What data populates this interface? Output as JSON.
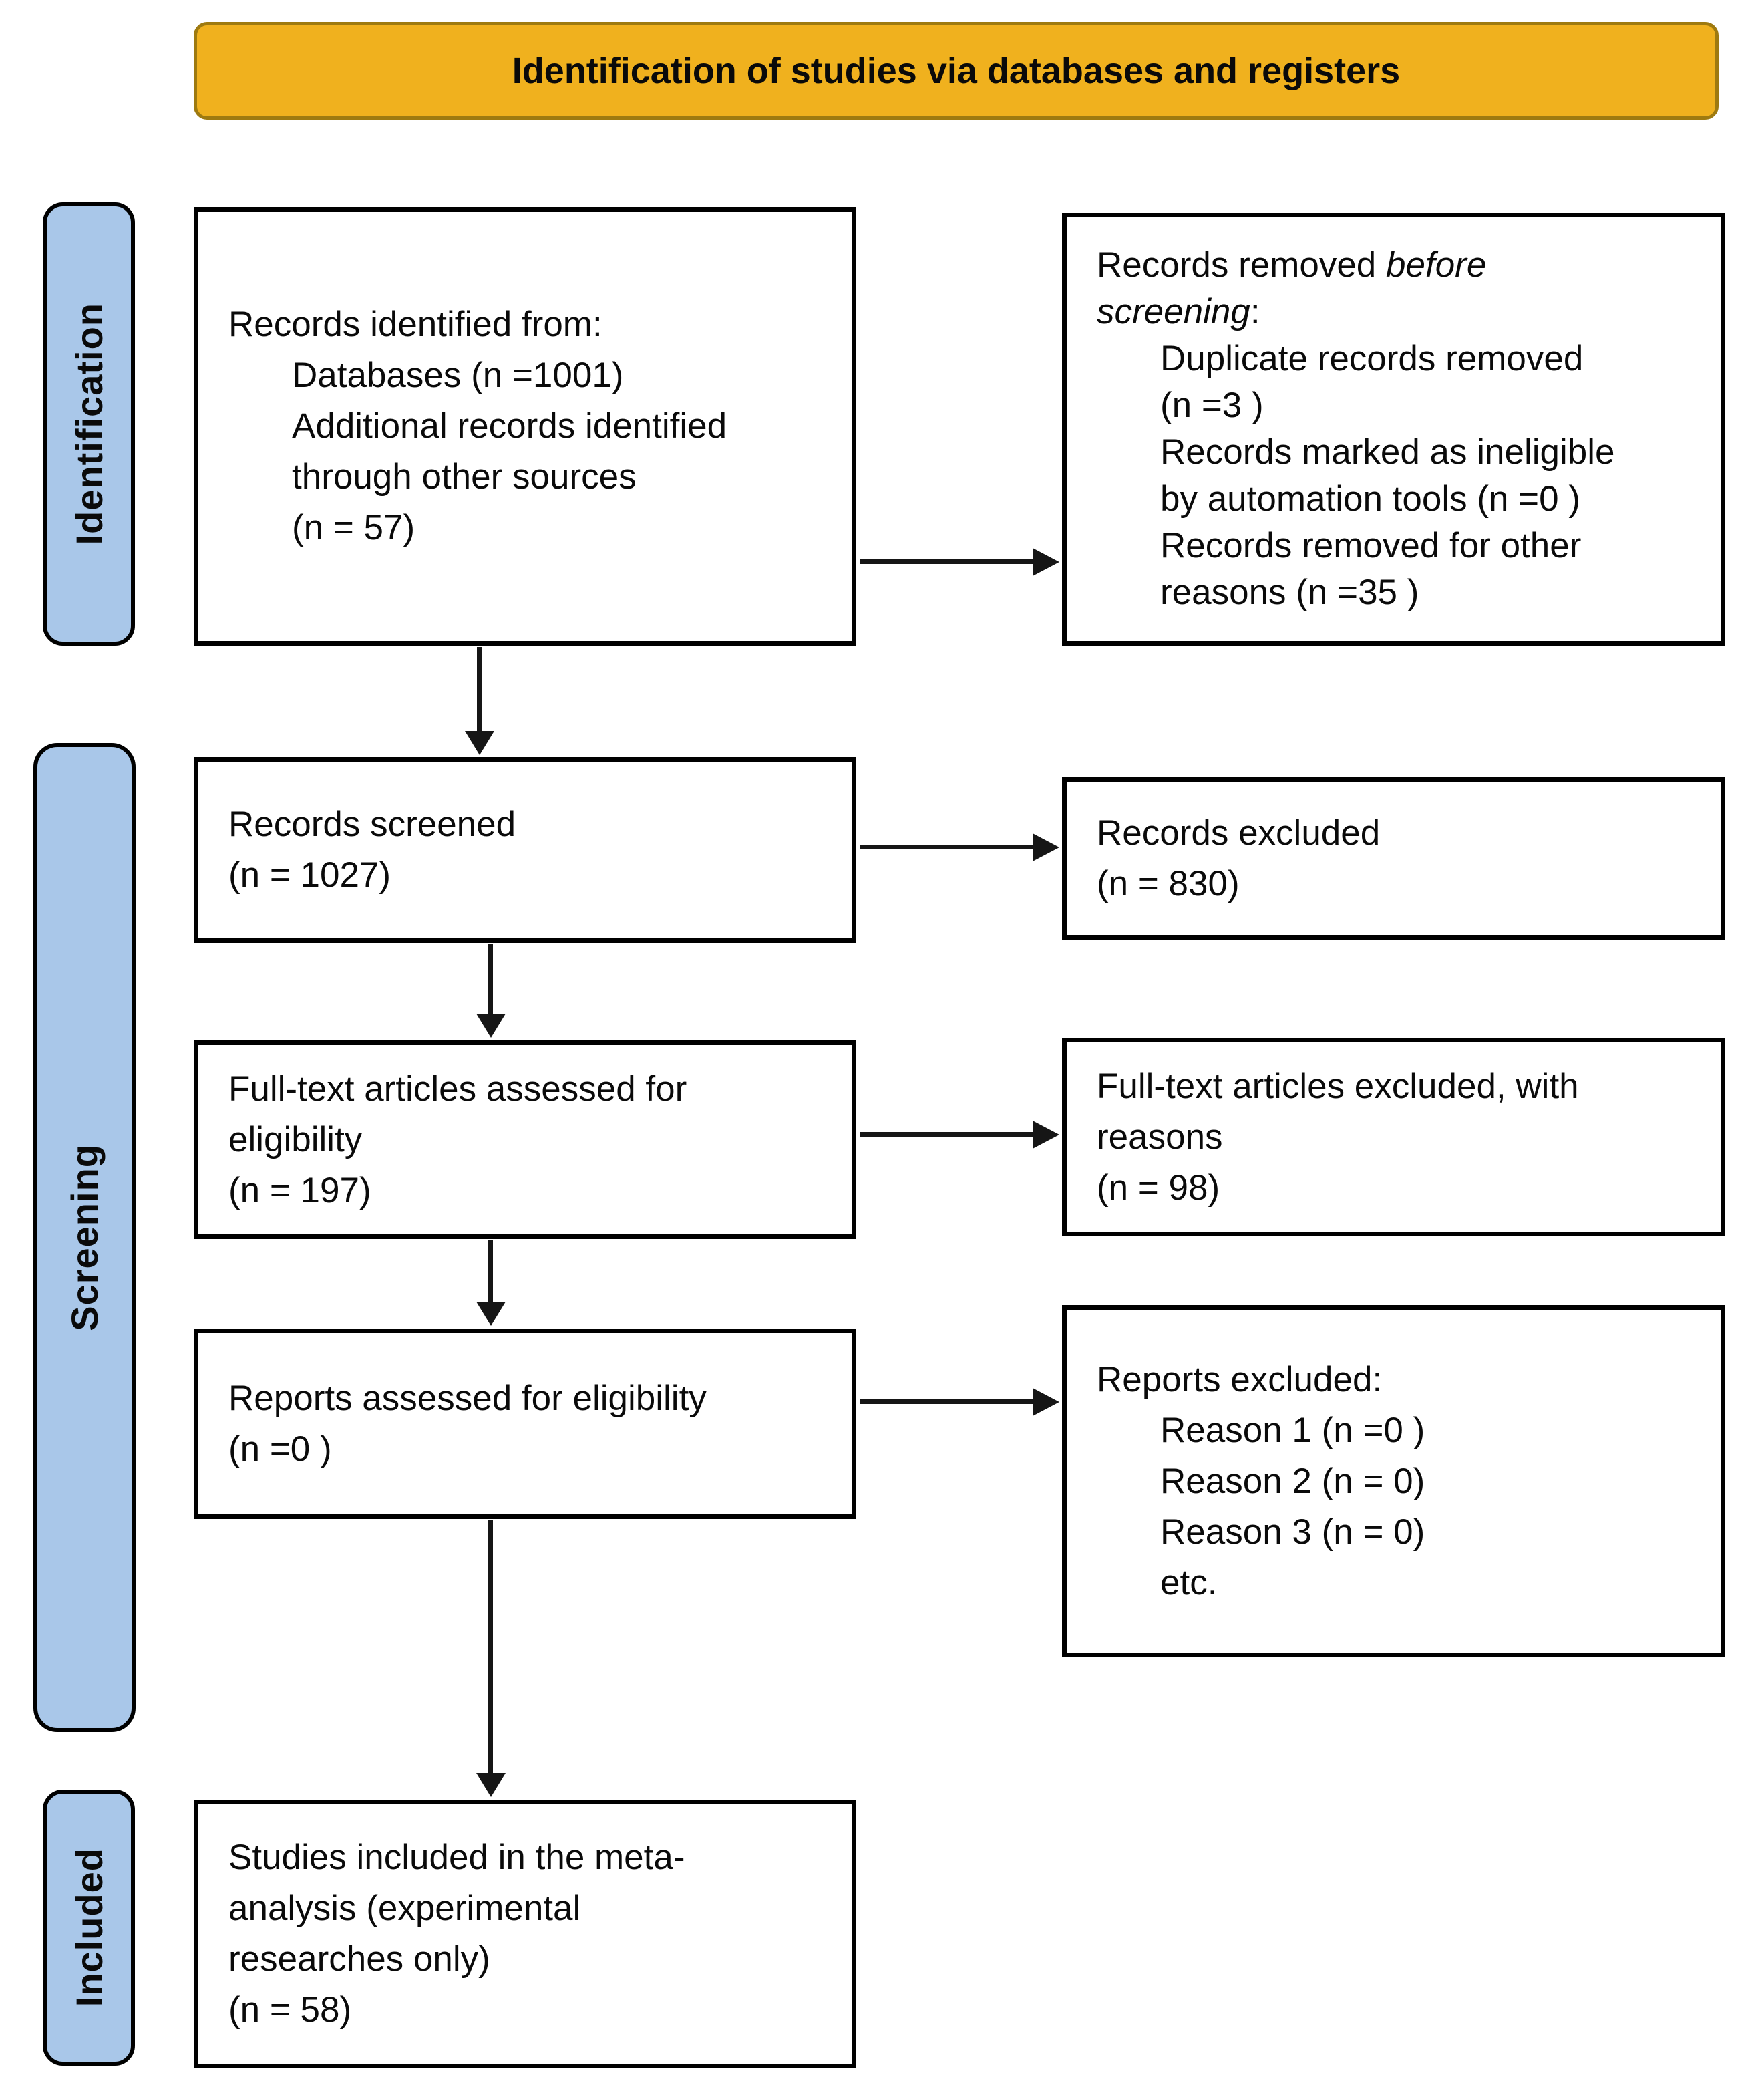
{
  "banner": {
    "title": "Identification of studies via databases and registers"
  },
  "sidebars": {
    "identification": "Identification",
    "screening": "Screening",
    "included": "Included"
  },
  "boxes": {
    "records_identified": {
      "title": "Records identified from:",
      "items": [
        "Databases (n =1001)",
        "Additional records identified",
        "through other sources",
        "(n = 57)"
      ]
    },
    "records_removed": {
      "title_normal": "Records removed ",
      "title_italic_line1": "before",
      "title_italic_line2": "screening",
      "title_suffix": ":",
      "items": [
        "Duplicate records removed",
        "(n =3 )",
        "Records marked as ineligible",
        "by automation tools (n =0 )",
        "Records removed for other",
        "reasons (n =35 )"
      ]
    },
    "records_screened": {
      "lines": [
        "Records screened",
        "(n = 1027)"
      ]
    },
    "records_excluded": {
      "lines": [
        "Records excluded",
        "(n = 830)"
      ]
    },
    "fulltext_assessed": {
      "lines": [
        "Full-text articles assessed for",
        "eligibility",
        "(n = 197)"
      ]
    },
    "fulltext_excluded": {
      "lines": [
        "Full-text articles excluded, with",
        "reasons",
        "(n = 98)"
      ]
    },
    "reports_assessed": {
      "lines": [
        "Reports assessed for eligibility",
        "(n =0 )"
      ]
    },
    "reports_excluded": {
      "title": "Reports excluded:",
      "items": [
        "Reason 1 (n =0 )",
        "Reason 2 (n = 0)",
        "Reason 3 (n = 0)",
        "etc."
      ]
    },
    "studies_included": {
      "lines": [
        "Studies included in the meta-",
        "analysis (experimental",
        "researches only)",
        "(n = 58)"
      ]
    }
  },
  "colors": {
    "banner_fill": "#F0B11E",
    "banner_border": "#9E7A10",
    "sidebar_fill": "#A9C7E9",
    "box_border": "#000000",
    "arrow": "#161616"
  }
}
